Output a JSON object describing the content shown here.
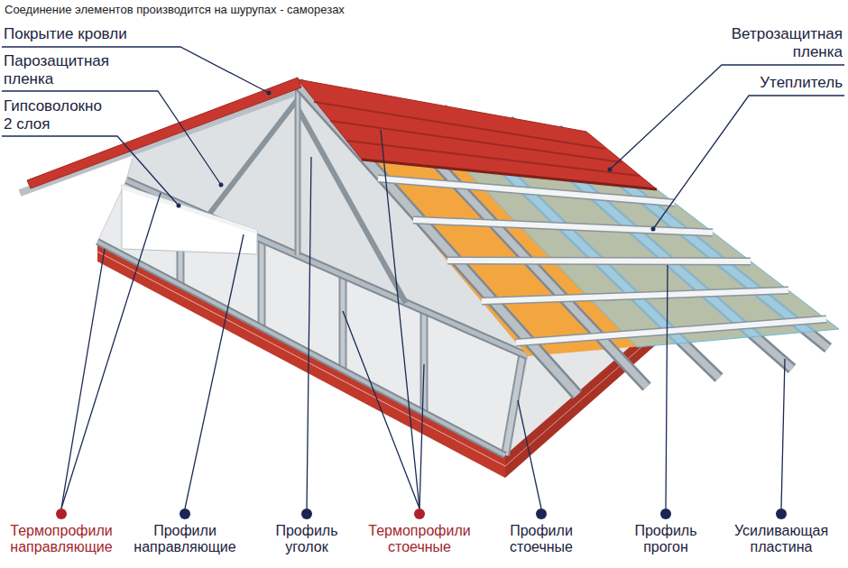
{
  "diagram": {
    "title": "Соединение элементов производится на шурупах - саморезах",
    "labels": [
      "Покрытие кровли",
      "Парозащитная пленка",
      "Гипсоволокно 2 слоя",
      "Ветрозащитная пленка",
      "Утеплитель",
      "Термопрофили направляющие",
      "Профили направляющие",
      "Профиль уголок",
      "Термопрофили стоечные",
      "Профили стоечные",
      "Профиль прогон",
      "Усиливающая пластина"
    ]
  }
}
